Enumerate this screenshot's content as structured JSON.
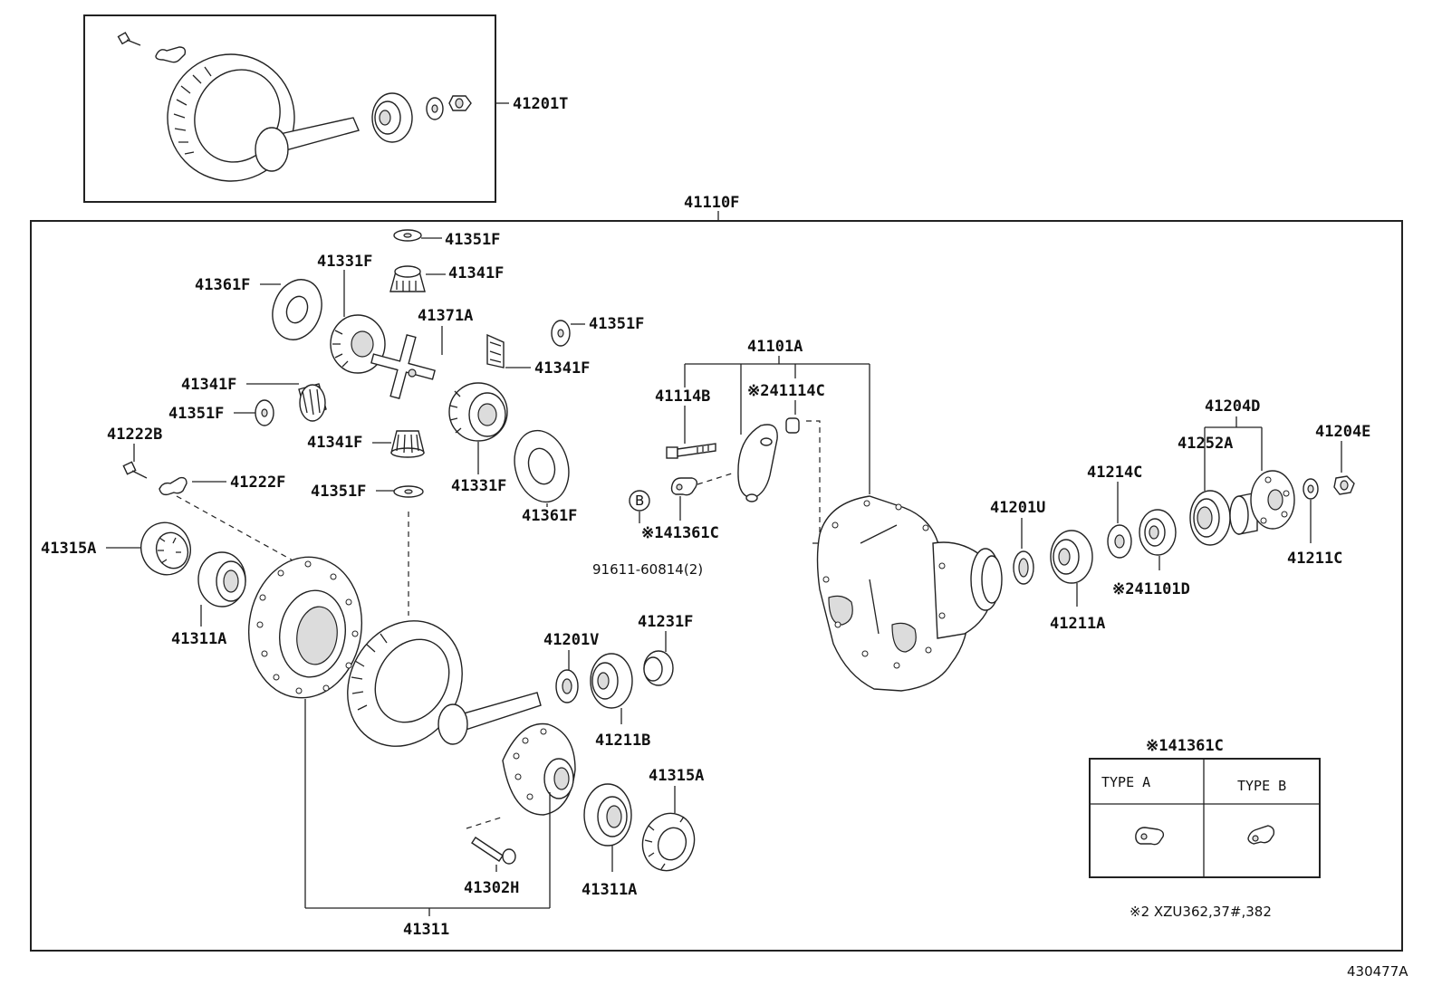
{
  "labels": {
    "p41201T": "41201T",
    "p41110F": "41110F",
    "p41351F_a": "41351F",
    "p41331F_a": "41331F",
    "p41341F_a": "41341F",
    "p41361F_a": "41361F",
    "p41371A": "41371A",
    "p41351F_b": "41351F",
    "p41341F_b": "41341F",
    "p41341F_c": "41341F",
    "p41351F_c": "41351F",
    "p41341F_d": "41341F",
    "p41222B": "41222B",
    "p41222F": "41222F",
    "p41351F_d": "41351F",
    "p41331F_b": "41331F",
    "p41361F_b": "41361F",
    "p41315A_a": "41315A",
    "p41311A_a": "41311A",
    "p41101A": "41101A",
    "p41114B": "41114B",
    "p41114C": "※241114C",
    "p41361C": "※141361C",
    "bolt_ref": "91611-60814(2)",
    "circle_b": "B",
    "p41201U": "41201U",
    "p41214C": "41214C",
    "p41204D": "41204D",
    "p41252A": "41252A",
    "p41204E": "41204E",
    "p41211C": "41211C",
    "p41101D": "※241101D",
    "p41211A": "41211A",
    "p41201V": "41201V",
    "p41231F": "41231F",
    "p41211B": "41211B",
    "p41315A_b": "41315A",
    "p41311A_b": "41311A",
    "p41302H": "41302H",
    "p41311": "41311",
    "diagram_id": "430477A"
  },
  "type_table": {
    "title": "※141361C",
    "type_a": "TYPE A",
    "type_b": "TYPE B"
  },
  "footnote": "※2 XZU362,37#,382"
}
